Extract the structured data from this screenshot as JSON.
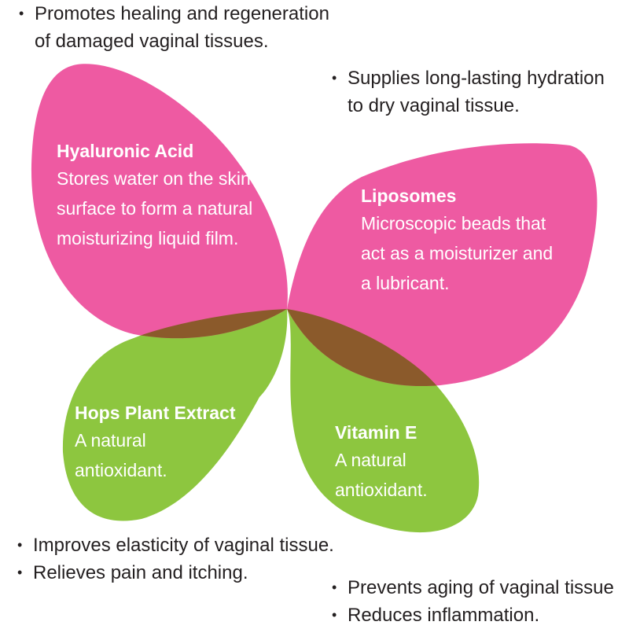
{
  "colors": {
    "pink": "#ee5aa2",
    "green": "#8dc63f",
    "overlap": "#8b5a2b",
    "text_dark": "#231f20",
    "text_light": "#ffffff"
  },
  "wings": {
    "hyaluronic": {
      "title": "Hyaluronic Acid",
      "lines": [
        "Stores water on the skin",
        "surface to form a natural",
        "moisturizing liquid film."
      ]
    },
    "liposomes": {
      "title": "Liposomes",
      "lines": [
        "Microscopic beads that",
        "act as a moisturizer and",
        "a lubricant."
      ]
    },
    "hops": {
      "title": "Hops Plant Extract",
      "lines": [
        "A natural",
        "antioxidant."
      ]
    },
    "vitamin_e": {
      "title": "Vitamin E",
      "lines": [
        "A natural",
        "antioxidant."
      ]
    }
  },
  "benefits": {
    "top_left": [
      "Promotes healing and regeneration",
      "of damaged vaginal tissues."
    ],
    "top_right": [
      "Supplies long-lasting hydration",
      "to dry vaginal tissue."
    ],
    "bottom_left": [
      "Improves elasticity of vaginal tissue.",
      "Relieves pain and itching."
    ],
    "bottom_right": [
      "Prevents aging of vaginal tissue",
      "Reduces inflammation."
    ]
  }
}
